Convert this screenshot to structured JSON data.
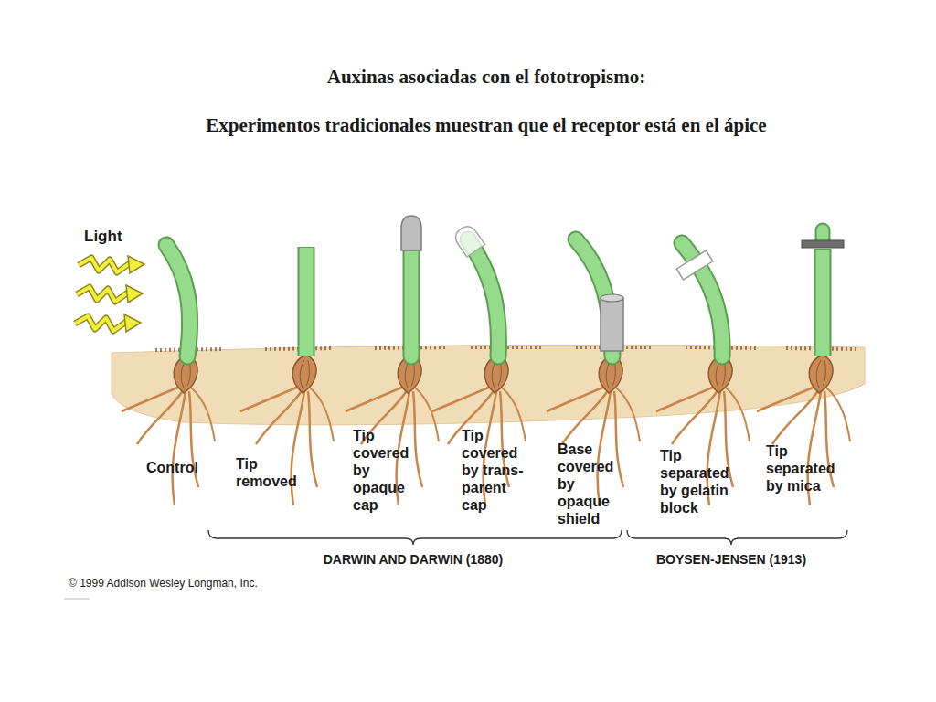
{
  "diagram": {
    "title": "Auxinas asociadas con el fototropismo:",
    "labels": [
      "Experimentos tradicionales muestran que el receptor está en el ápice",
      "Light",
      "Control",
      "Tip removed",
      "Tip covered by opaque cap",
      "Tip covered by trans- parent cap",
      "Base covered by opaque shield",
      "Tip separated by gelatin block",
      "Tip separated by mica",
      "DARWIN AND DARWIN (1880)",
      "BOYSEN-JENSEN (1913)",
      "© 1999 Addison Wesley Longman, Inc."
    ]
  }
}
